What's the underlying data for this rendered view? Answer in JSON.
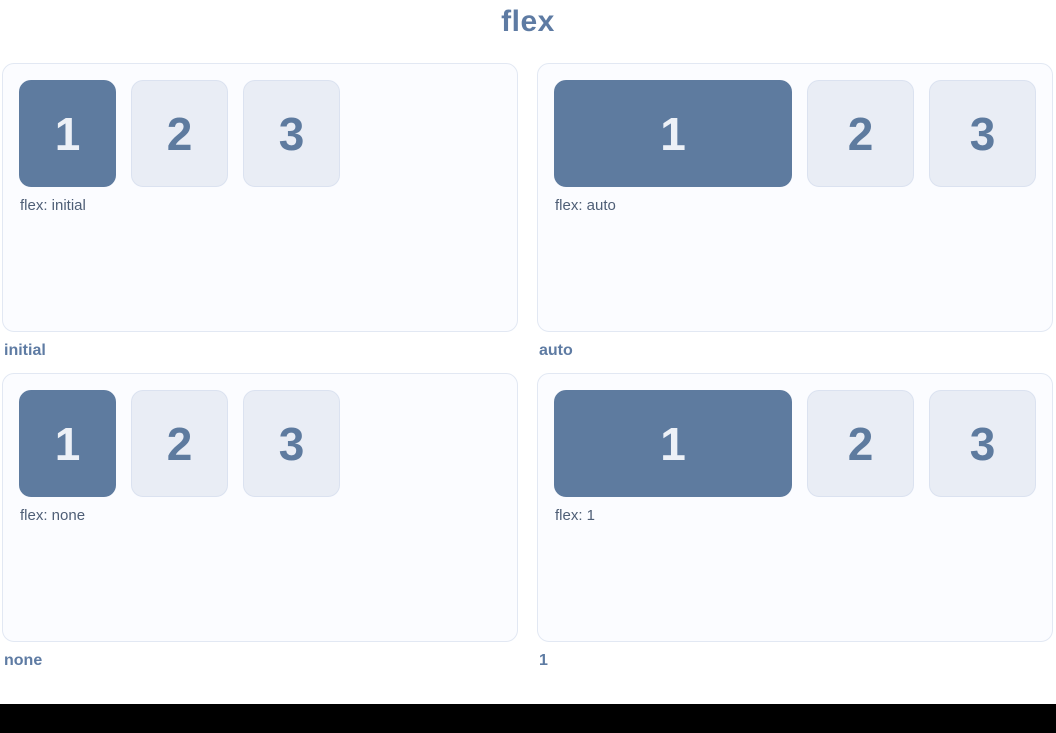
{
  "page": {
    "title": "flex",
    "background_color": "#ffffff",
    "accent_color": "#5e7ba3",
    "footer_bar_color": "#000000"
  },
  "colors": {
    "item_primary_bg": "#5e7b9f",
    "item_primary_text": "#edf1f7",
    "item_muted_bg": "#e9edf5",
    "item_muted_border": "#dbe2f0",
    "item_muted_text": "#5e7b9f",
    "panel_bg": "#fbfcff",
    "panel_border": "#e2e8f3",
    "flex_label_color": "#4e5e76"
  },
  "examples": [
    {
      "caption": "initial",
      "flex_label": "flex: initial",
      "layout": "fixed",
      "items": [
        {
          "text": "1",
          "variant": "primary"
        },
        {
          "text": "2",
          "variant": "muted"
        },
        {
          "text": "3",
          "variant": "muted"
        }
      ]
    },
    {
      "caption": "auto",
      "flex_label": "flex: auto",
      "layout": "grow",
      "items": [
        {
          "text": "1",
          "variant": "primary"
        },
        {
          "text": "2",
          "variant": "muted"
        },
        {
          "text": "3",
          "variant": "muted"
        }
      ]
    },
    {
      "caption": "none",
      "flex_label": "flex: none",
      "layout": "fixed",
      "items": [
        {
          "text": "1",
          "variant": "primary"
        },
        {
          "text": "2",
          "variant": "muted"
        },
        {
          "text": "3",
          "variant": "muted"
        }
      ]
    },
    {
      "caption": "1",
      "flex_label": "flex: 1",
      "layout": "grow",
      "items": [
        {
          "text": "1",
          "variant": "primary"
        },
        {
          "text": "2",
          "variant": "muted"
        },
        {
          "text": "3",
          "variant": "muted"
        }
      ]
    }
  ]
}
